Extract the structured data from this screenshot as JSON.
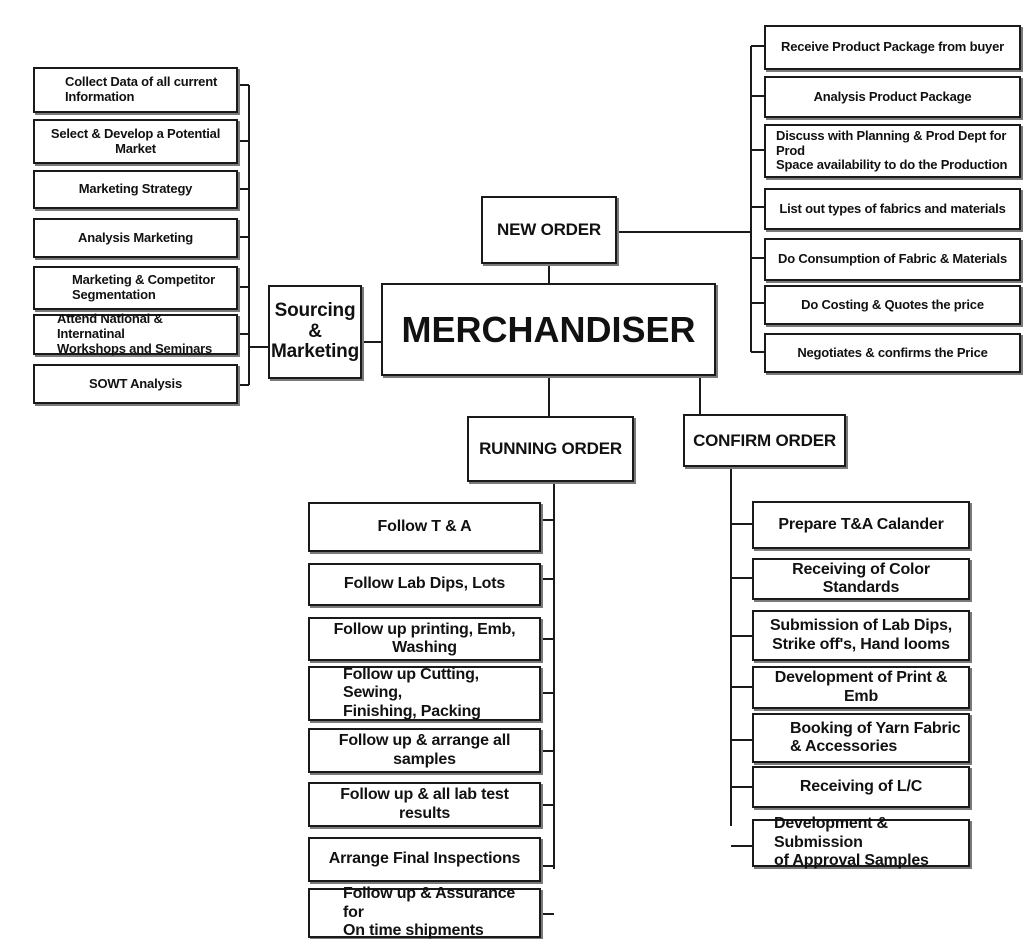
{
  "main": {
    "label": "MERCHANDISER"
  },
  "sourcing": {
    "label": "Sourcing\n&\nMarketing"
  },
  "new_order": {
    "label": "NEW ORDER"
  },
  "running_order": {
    "label": "RUNNING ORDER"
  },
  "confirm_order": {
    "label": "CONFIRM ORDER"
  },
  "sourcing_items": [
    "Collect Data of all current\nInformation",
    "Select & Develop a Potential Market",
    "Marketing Strategy",
    "Analysis Marketing",
    "Marketing & Competitor\nSegmentation",
    "Attend National & Internatinal\nWorkshops and Seminars",
    "SOWT Analysis"
  ],
  "new_order_items": [
    "Receive Product Package from buyer",
    "Analysis Product Package",
    "Discuss with Planning & Prod Dept for Prod\nSpace availability to do the Production",
    "List out types of fabrics and materials",
    "Do Consumption of Fabric & Materials",
    "Do Costing & Quotes the price",
    "Negotiates & confirms the Price"
  ],
  "running_order_items": [
    "Follow T & A",
    "Follow Lab Dips, Lots",
    "Follow up printing, Emb, Washing",
    "Follow up Cutting, Sewing,\nFinishing, Packing",
    "Follow up & arrange all samples",
    "Follow up & all lab test results",
    "Arrange Final Inspections",
    "Follow up & Assurance for\nOn time shipments"
  ],
  "confirm_order_items": [
    "Prepare T&A Calander",
    "Receiving of Color Standards",
    "Submission of Lab Dips,\nStrike off's, Hand looms",
    "Development of Print & Emb",
    "Booking of Yarn Fabric\n& Accessories",
    "Receiving of L/C",
    "Development & Submission\nof Approval Samples"
  ]
}
